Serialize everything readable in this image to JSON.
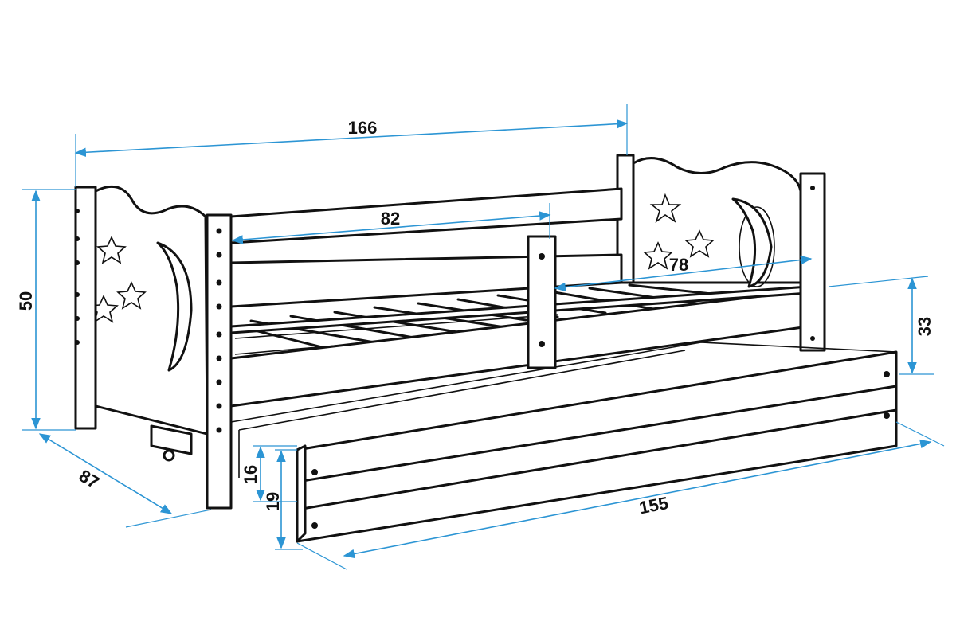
{
  "title": "Bed dimension drawing",
  "colors": {
    "dimension_line": "#2c95d4",
    "outline": "#111111",
    "background": "#ffffff"
  },
  "dimensions": {
    "total_length": "166",
    "inner_rail_length": "82",
    "mattress_width": "78",
    "total_height": "50",
    "front_height": "33",
    "depth": "87",
    "drawer_length": "155",
    "drawer_height": "16",
    "drawer_total_height": "19"
  }
}
